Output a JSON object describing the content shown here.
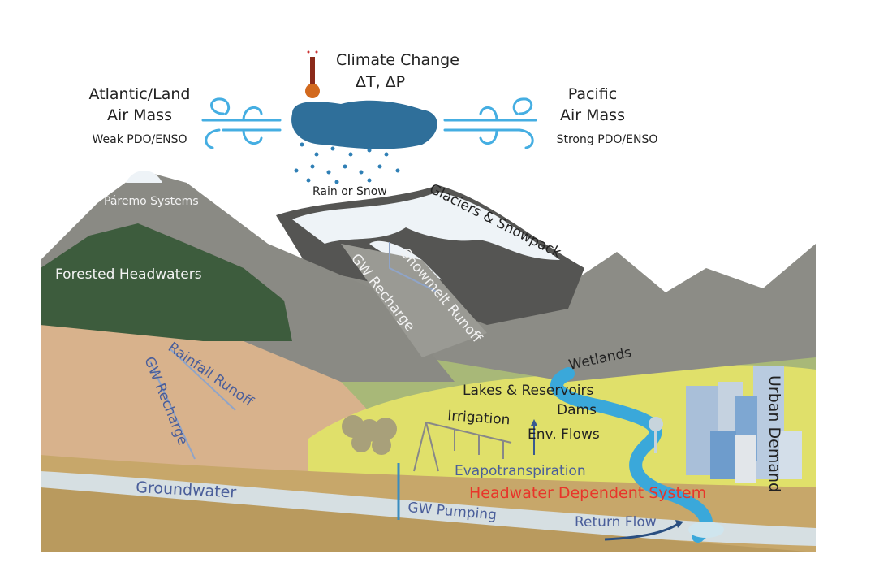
{
  "title": "Headwater hydrology and climate drivers",
  "labels": {
    "climate_change": "Climate Change",
    "climate_delta": "ΔT, ΔP",
    "atlantic_line1": "Atlantic/Land",
    "atlantic_line2": "Air Mass",
    "atlantic_sub": "Weak PDO/ENSO",
    "pacific_line1": "Pacific",
    "pacific_line2": "Air Mass",
    "pacific_sub": "Strong PDO/ENSO",
    "rain_snow": "Rain or Snow",
    "paremo": "Páremo Systems",
    "forested": "Forested Headwaters",
    "glaciers": "Glaciers & Snowpack",
    "gw_recharge_mtn": "GW Recharge",
    "snowmelt": "Snowmelt Runoff",
    "rainfall_runoff": "Rainfall Runoff",
    "gw_recharge_left": "GW Recharge",
    "groundwater": "Groundwater",
    "wetlands": "Wetlands",
    "lakes": "Lakes & Reservoirs",
    "dams": "Dams",
    "irrigation": "Irrigation",
    "env_flows": "Env. Flows",
    "evapotranspiration": "Evapotranspiration",
    "headwater_system": "Headwater Dependent System",
    "gw_pumping": "GW Pumping",
    "return_flow": "Return Flow",
    "urban_demand": "Urban Demand"
  },
  "colors": {
    "cloud": "#2f6f9a",
    "wind": "#45aee2",
    "river": "#3aa8da",
    "headwater_text": "#e8352a",
    "flow_text": "#4a5e9a",
    "forest": "#3d5c3d",
    "mountain": "#858580",
    "valley": "#e0e06a"
  }
}
